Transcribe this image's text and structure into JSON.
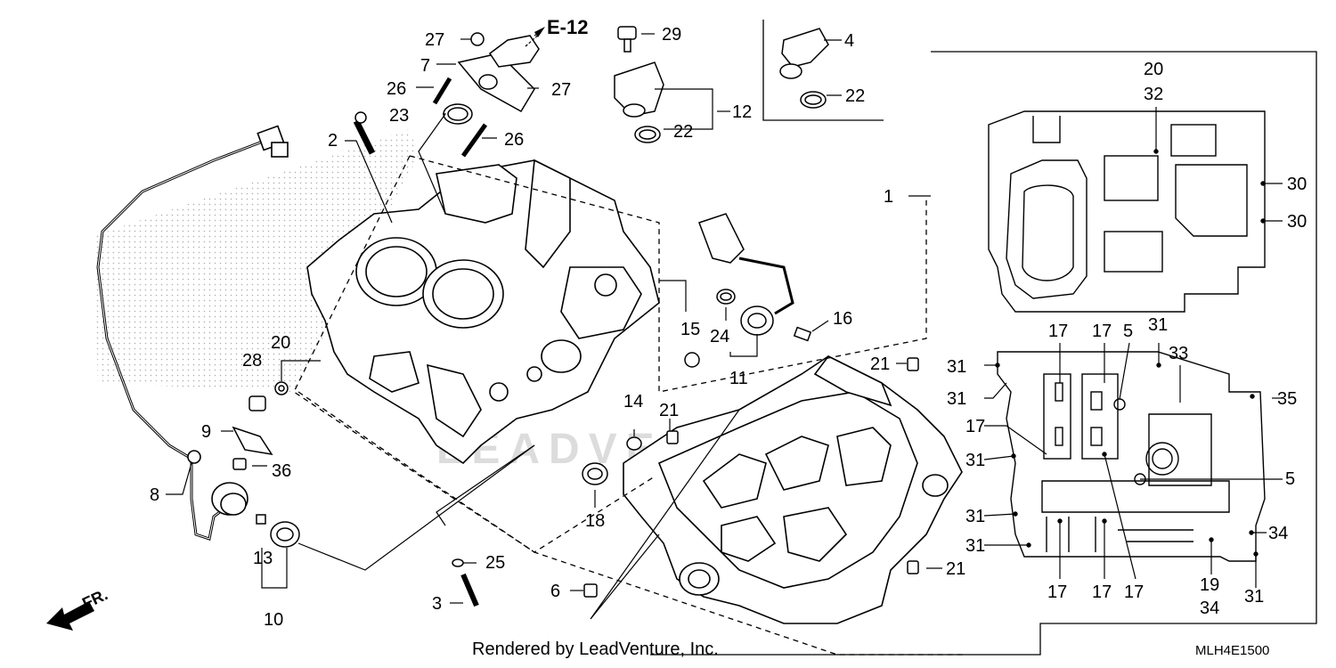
{
  "reference": {
    "title": "E-12"
  },
  "direction": {
    "label": "FR."
  },
  "callouts": [
    {
      "id": "c27a",
      "text": "27"
    },
    {
      "id": "c7",
      "text": "7"
    },
    {
      "id": "c26a",
      "text": "26"
    },
    {
      "id": "c27b",
      "text": "27"
    },
    {
      "id": "c23",
      "text": "23"
    },
    {
      "id": "c26b",
      "text": "26"
    },
    {
      "id": "c2",
      "text": "2"
    },
    {
      "id": "c29",
      "text": "29"
    },
    {
      "id": "c12",
      "text": "12"
    },
    {
      "id": "c22a",
      "text": "22"
    },
    {
      "id": "c4",
      "text": "4"
    },
    {
      "id": "c22b",
      "text": "22"
    },
    {
      "id": "c1",
      "text": "1"
    },
    {
      "id": "c20a",
      "text": "20"
    },
    {
      "id": "c32",
      "text": "32"
    },
    {
      "id": "c30a",
      "text": "30"
    },
    {
      "id": "c30b",
      "text": "30"
    },
    {
      "id": "c15",
      "text": "15"
    },
    {
      "id": "c24",
      "text": "24"
    },
    {
      "id": "c16",
      "text": "16"
    },
    {
      "id": "c11",
      "text": "11"
    },
    {
      "id": "c20b",
      "text": "20"
    },
    {
      "id": "c28",
      "text": "28"
    },
    {
      "id": "c9",
      "text": "9"
    },
    {
      "id": "c36",
      "text": "36"
    },
    {
      "id": "c8",
      "text": "8"
    },
    {
      "id": "c13",
      "text": "13"
    },
    {
      "id": "c10",
      "text": "10"
    },
    {
      "id": "c14",
      "text": "14"
    },
    {
      "id": "c21a",
      "text": "21"
    },
    {
      "id": "c18",
      "text": "18"
    },
    {
      "id": "c25",
      "text": "25"
    },
    {
      "id": "c3",
      "text": "3"
    },
    {
      "id": "c6",
      "text": "6"
    },
    {
      "id": "c21b",
      "text": "21"
    },
    {
      "id": "c21c",
      "text": "21"
    },
    {
      "id": "c17a",
      "text": "17"
    },
    {
      "id": "c17b",
      "text": "17"
    },
    {
      "id": "c5a",
      "text": "5"
    },
    {
      "id": "c31a",
      "text": "31"
    },
    {
      "id": "c33",
      "text": "33"
    },
    {
      "id": "c31b",
      "text": "31"
    },
    {
      "id": "c31c",
      "text": "31"
    },
    {
      "id": "c35",
      "text": "35"
    },
    {
      "id": "c17c",
      "text": "17"
    },
    {
      "id": "c31d",
      "text": "31"
    },
    {
      "id": "c5b",
      "text": "5"
    },
    {
      "id": "c31e",
      "text": "31"
    },
    {
      "id": "c31f",
      "text": "31"
    },
    {
      "id": "c34a",
      "text": "34"
    },
    {
      "id": "c17d",
      "text": "17"
    },
    {
      "id": "c17e",
      "text": "17"
    },
    {
      "id": "c17f",
      "text": "17"
    },
    {
      "id": "c19",
      "text": "19"
    },
    {
      "id": "c34b",
      "text": "34"
    },
    {
      "id": "c31g",
      "text": "31"
    }
  ],
  "footer": {
    "credit": "Rendered by LeadVenture, Inc.",
    "drawing_code": "MLH4E1500"
  },
  "watermark": {
    "text": "LEADVENTURE"
  }
}
